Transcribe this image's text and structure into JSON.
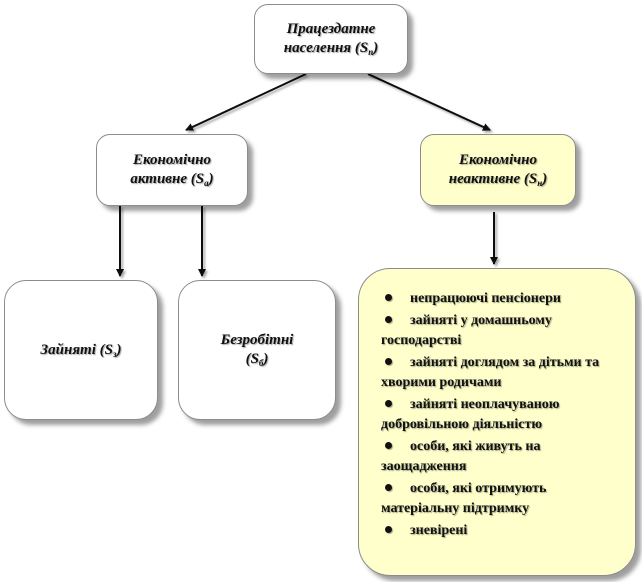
{
  "nodes": {
    "working_age": {
      "line1": "Працездатне",
      "line2_text": "населення (S",
      "line2_sub": "п",
      "line2_end": ")"
    },
    "active": {
      "line1": "Економічно",
      "line2_text": "активне (S",
      "line2_sub": "а",
      "line2_end": ")"
    },
    "inactive": {
      "line1": "Економічно",
      "line2_text": "неактивне (S",
      "line2_sub": "н",
      "line2_end": ")"
    },
    "employed": {
      "text": "Зайняті (S",
      "sub": "з",
      "end": ")"
    },
    "unemployed": {
      "line1": "Безробітні",
      "line2_text": "(S",
      "line2_sub": "б",
      "line2_end": ")"
    }
  },
  "inactive_list": [
    "непрацюючі пенсіонери",
    "зайняті у домашньому господарстві",
    "зайняті доглядом за дітьми та хворими родичами",
    "зайняті неоплачуваною добровільною діяльністю",
    "особи, які живуть на заощадження",
    "особи, які отримують матеріальну підтримку",
    "зневірені"
  ]
}
